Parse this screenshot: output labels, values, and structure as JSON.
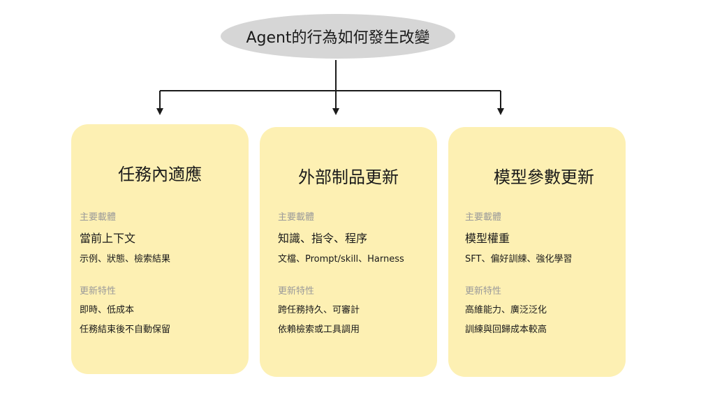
{
  "root": {
    "label": "Agent的行為如何發生改變"
  },
  "cards": [
    {
      "title": "任務內適應",
      "carrier_label": "主要載體",
      "carrier_main": "當前上下文",
      "carrier_detail": "示例、狀態、檢索結果",
      "traits_label": "更新特性",
      "trait_1": "即時、低成本",
      "trait_2": "任務結束後不自動保留"
    },
    {
      "title": "外部制品更新",
      "carrier_label": "主要載體",
      "carrier_main": "知識、指令、程序",
      "carrier_detail": "文檔、Prompt/skill、Harness",
      "traits_label": "更新特性",
      "trait_1": "跨任務持久、可審計",
      "trait_2": "依賴檢索或工具調用"
    },
    {
      "title": "模型參數更新",
      "carrier_label": "主要載體",
      "carrier_main": "模型權重",
      "carrier_detail": "SFT、偏好訓練、強化學習",
      "traits_label": "更新特性",
      "trait_1": "高維能力、廣泛泛化",
      "trait_2": "訓練與回歸成本較高"
    }
  ],
  "colors": {
    "card_fill": "#fdf0b3",
    "oval_fill": "#d6d6d6",
    "muted_label": "#9a9a9a",
    "connector": "#1a1a1a"
  }
}
